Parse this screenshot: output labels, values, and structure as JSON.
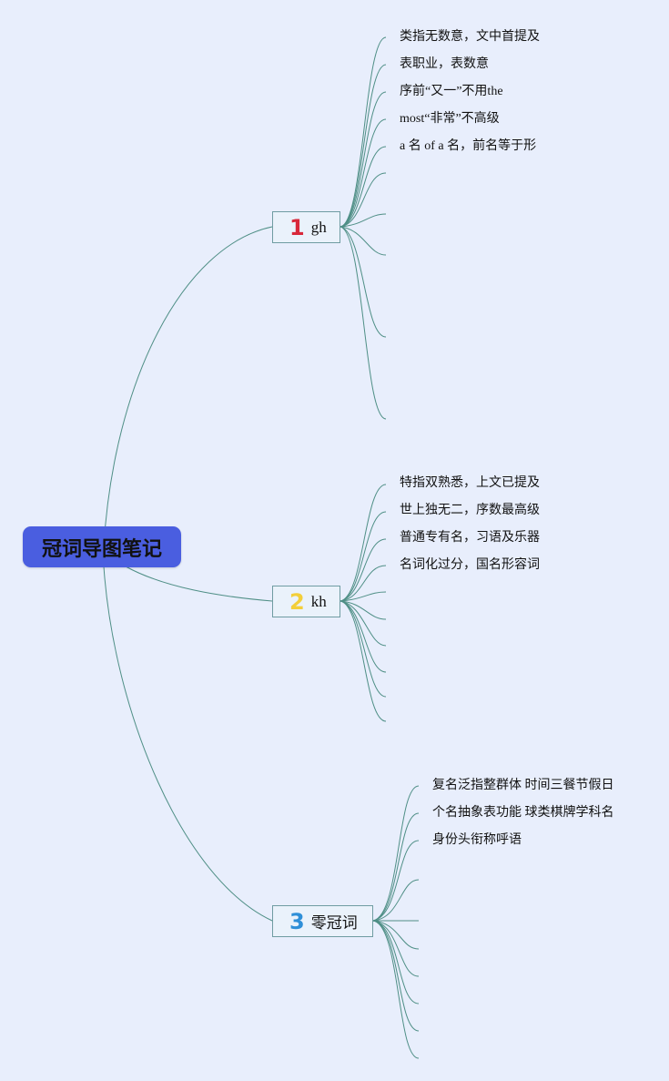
{
  "root": {
    "title": "冠词导图笔记"
  },
  "branches": [
    {
      "number": "1",
      "number_color": "#d8283a",
      "label": "gh",
      "leaves": [
        "类指无数意，文中首提及",
        "表职业，表数意",
        "序前“又一”不用the",
        "most“非常”不高级",
        "a 名 of a 名，前名等于形"
      ]
    },
    {
      "number": "2",
      "number_color": "#f3cf3a",
      "label": "kh",
      "leaves": [
        "特指双熟悉，上文已提及",
        "世上独无二，序数最高级",
        "普通专有名，习语及乐器",
        "名词化过分，国名形容词"
      ]
    },
    {
      "number": "3",
      "number_color": "#2f8fd8",
      "label": "零冠词",
      "leaves": [
        "复名泛指整群体 时间三餐节假日",
        "个名抽象表功能 球类棋牌学科名",
        "身份头衔称呼语"
      ]
    }
  ],
  "colors": {
    "background": "#e8eefc",
    "root_fill": "#4a5ee0",
    "link": "#4f8f86",
    "branch_border": "#6f9ca2"
  }
}
